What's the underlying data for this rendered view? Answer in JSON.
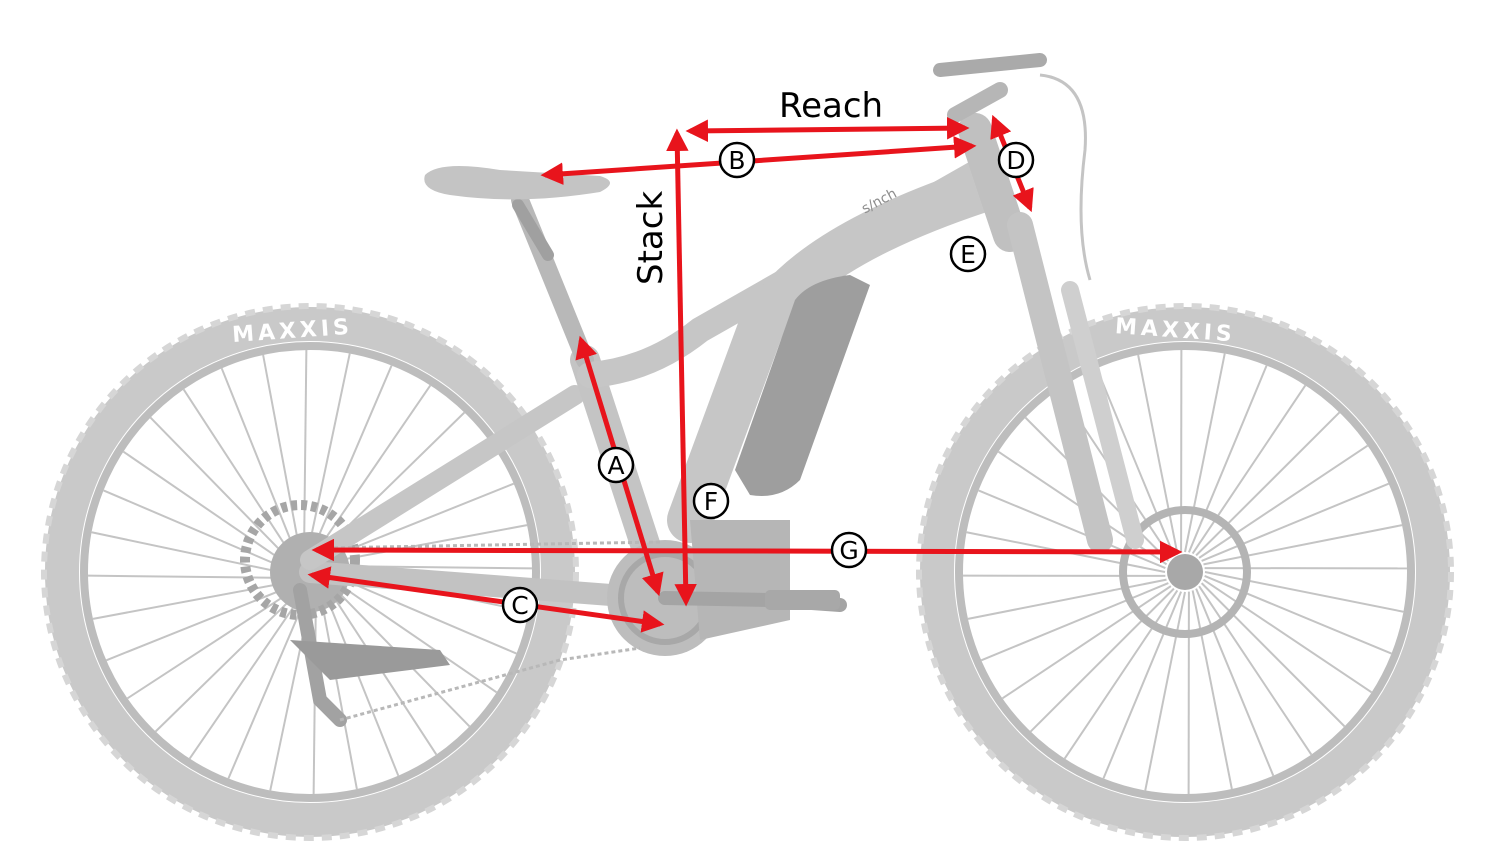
{
  "diagram": {
    "labels": {
      "reach": "Reach",
      "stack": "Stack"
    },
    "markers": [
      "A",
      "B",
      "C",
      "D",
      "E",
      "F",
      "G"
    ],
    "tire_brand": "MAXXIS",
    "frame_brand": "s/nch",
    "colors": {
      "arrow": "#e8141c",
      "bike": "#c8c8c8",
      "bike_dark": "#9a9a9a",
      "bike_light": "#dcdcdc",
      "background": "#ffffff"
    }
  }
}
